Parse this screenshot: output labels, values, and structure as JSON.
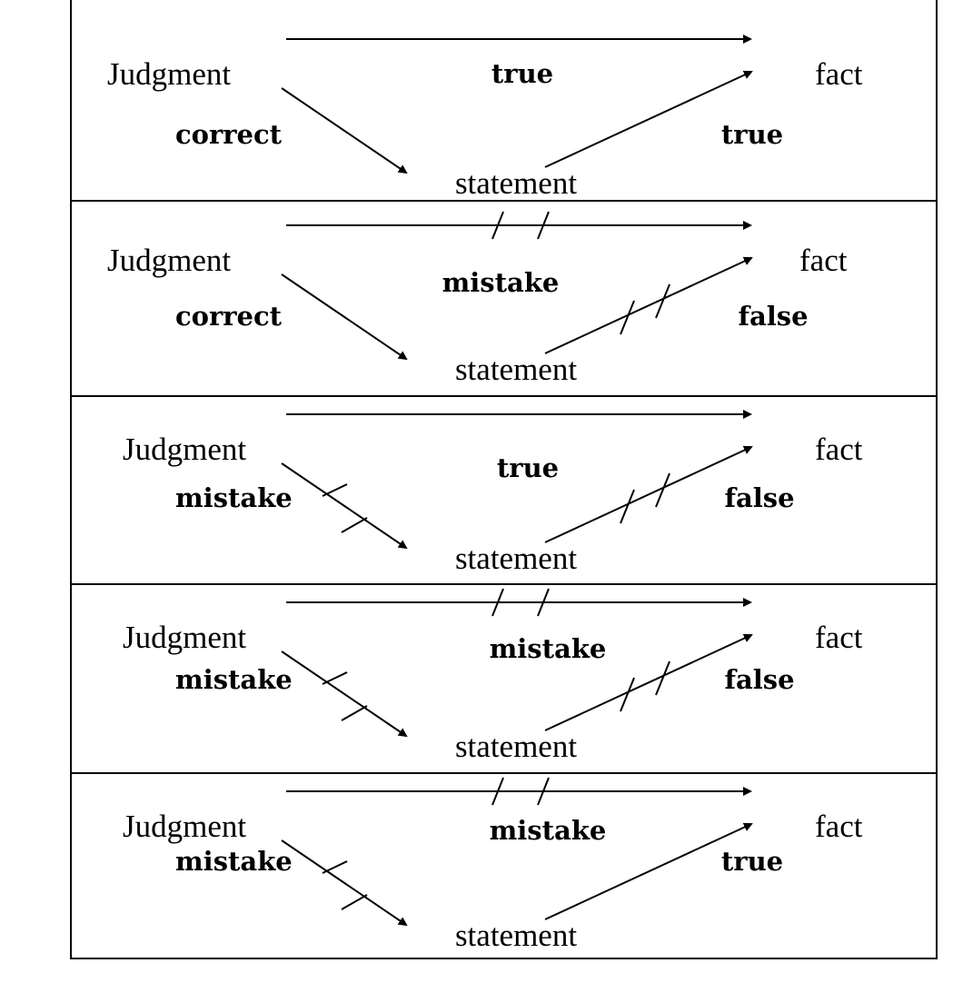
{
  "panels": [
    {
      "judgment": "Judgment",
      "fact": "fact",
      "statement": "statement",
      "middle": "true",
      "left": "correct",
      "right": "true",
      "broken_top": false,
      "broken_left": false,
      "broken_right": false
    },
    {
      "judgment": "Judgment",
      "fact": "fact",
      "statement": "statement",
      "middle": "mistake",
      "left": "correct",
      "right": "false",
      "broken_top": true,
      "broken_left": false,
      "broken_right": true
    },
    {
      "judgment": "Judgment",
      "fact": "fact",
      "statement": "statement",
      "middle": "true",
      "left": "mistake",
      "right": "false",
      "broken_top": false,
      "broken_left": true,
      "broken_right": true
    },
    {
      "judgment": "Judgment",
      "fact": "fact",
      "statement": "statement",
      "middle": "mistake",
      "left": "mistake",
      "right": "false",
      "broken_top": true,
      "broken_left": true,
      "broken_right": true
    },
    {
      "judgment": "Judgment",
      "fact": "fact",
      "statement": "statement",
      "middle": "mistake",
      "left": "mistake",
      "right": "true",
      "broken_top": true,
      "broken_left": true,
      "broken_right": false
    }
  ]
}
